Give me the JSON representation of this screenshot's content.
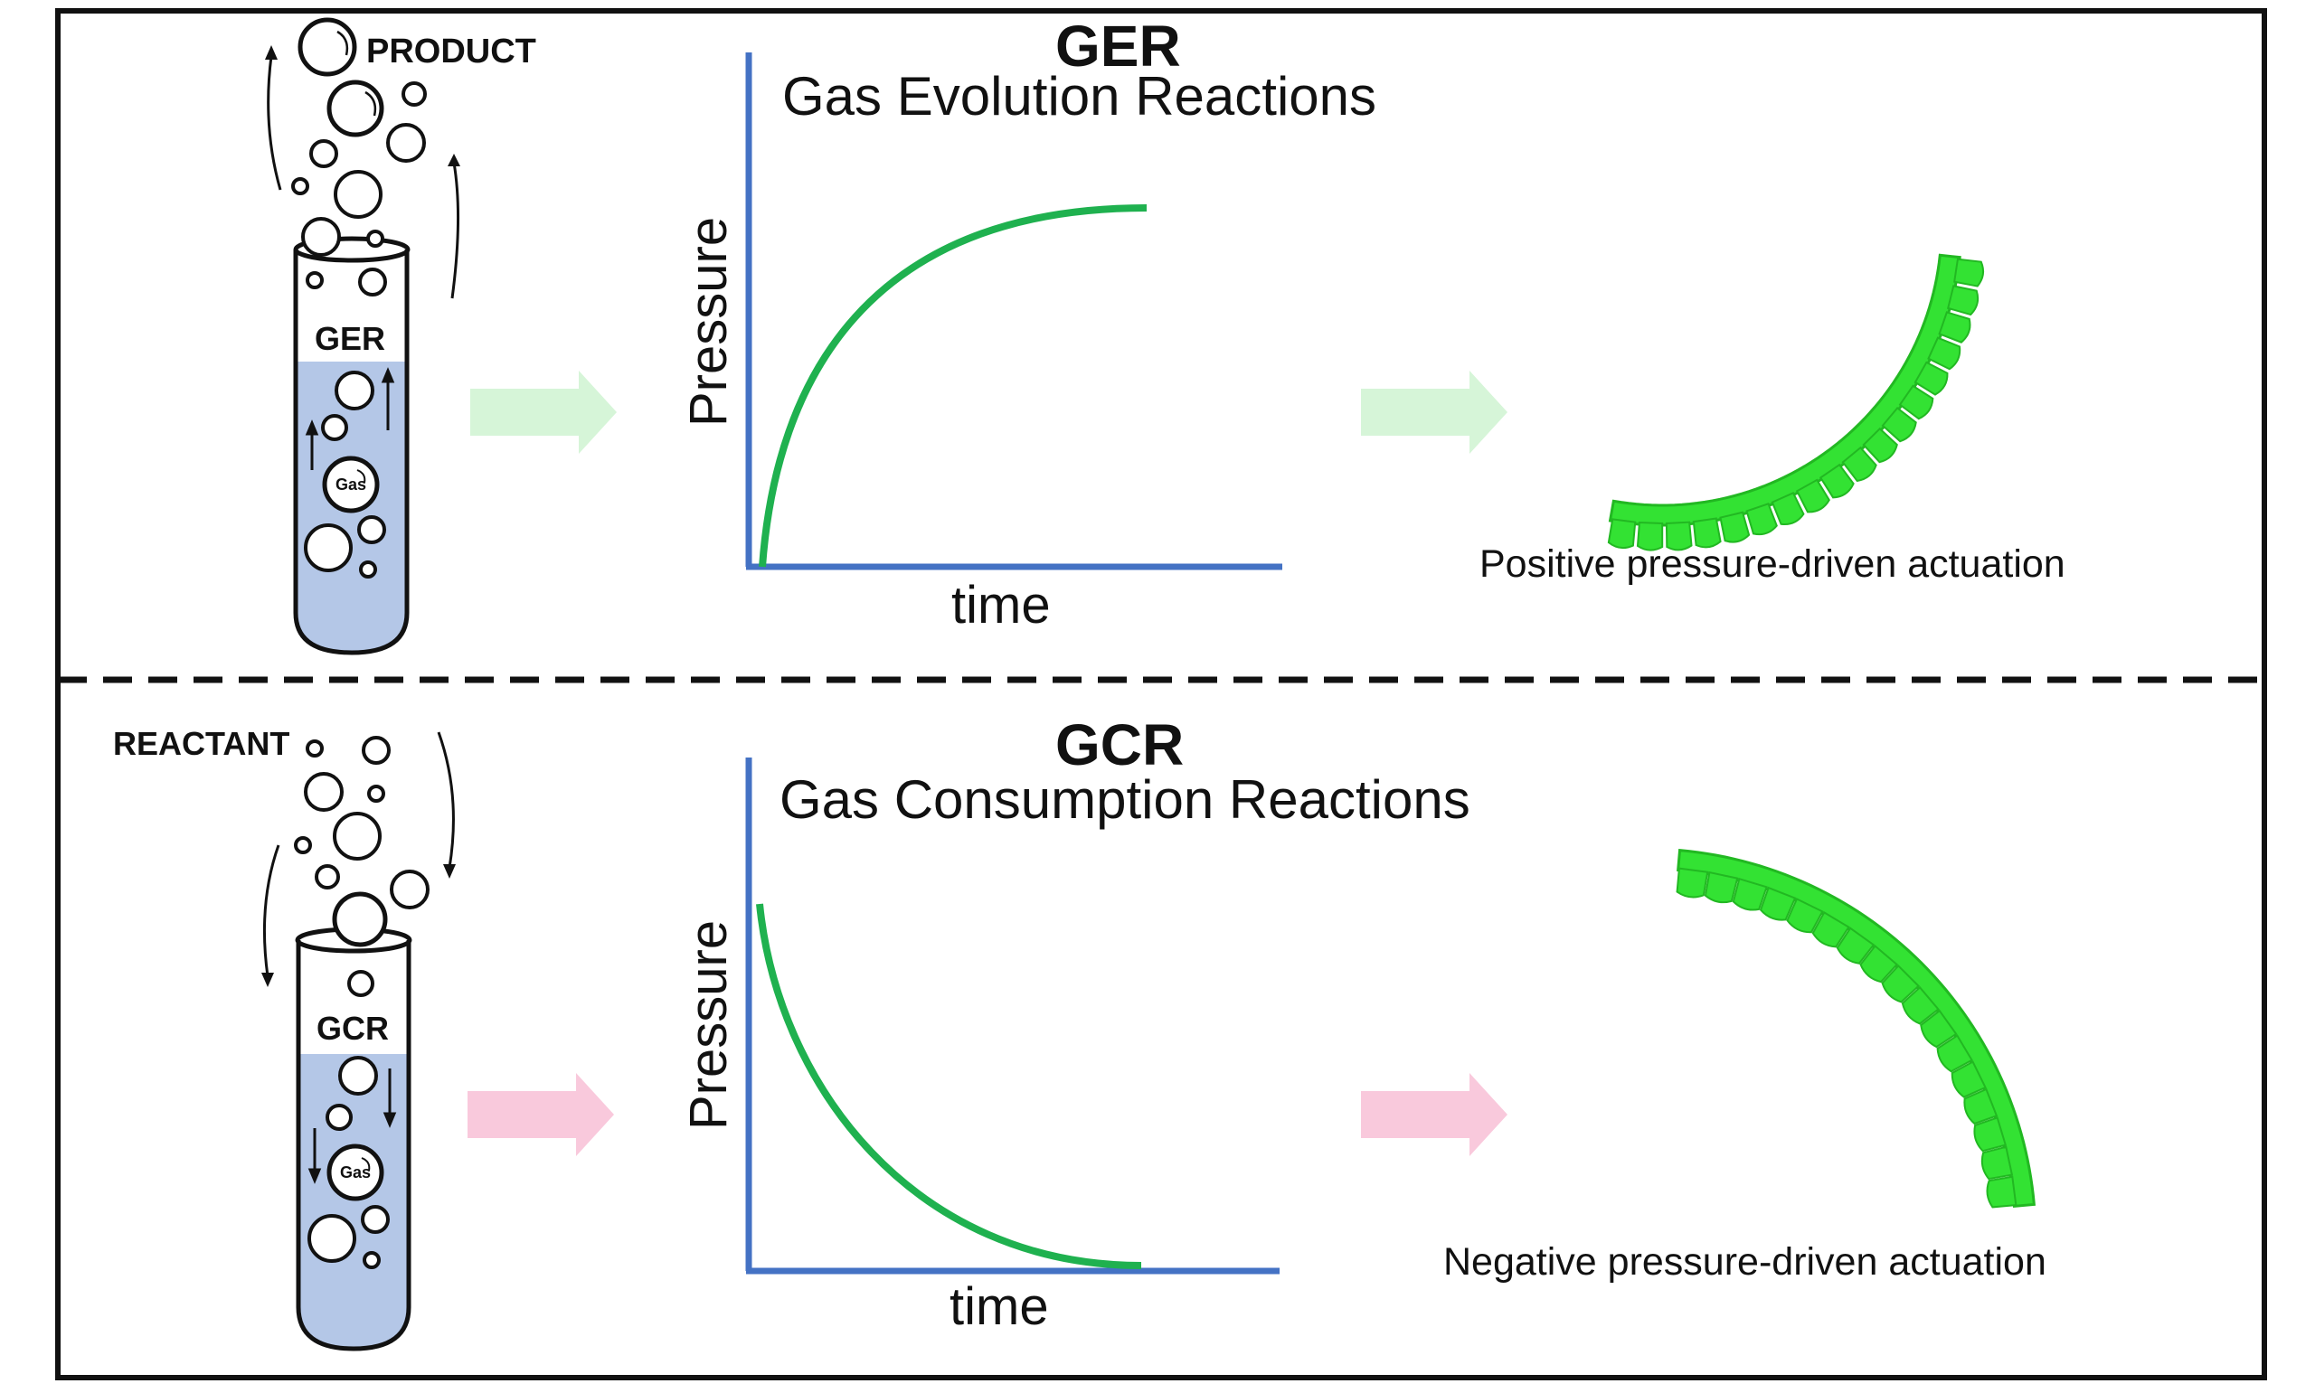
{
  "colors": {
    "frame": "#111111",
    "axis": "#4472c4",
    "curve": "#1fb14f",
    "liquid": "#b4c7e7",
    "ger_arrow": "#d6f5d8",
    "gcr_arrow": "#f9c9dc",
    "actuator_main": "#33e233",
    "actuator_dark": "#22b822"
  },
  "icons": [
    "test-tube",
    "gas-bubble",
    "flow-arrow",
    "soft-actuator"
  ],
  "top": {
    "tube_gas_word": "PRODUCT",
    "tube_label": "GER",
    "bubble_label": "Gas",
    "title": "GER",
    "subtitle": "Gas Evolution Reactions",
    "y_label": "Pressure",
    "x_label": "time",
    "caption": "Positive pressure-driven actuation"
  },
  "bottom": {
    "tube_gas_word": "REACTANT",
    "tube_label": "GCR",
    "bubble_label": "Gas",
    "title": "GCR",
    "subtitle": "Gas Consumption Reactions",
    "y_label": "Pressure",
    "x_label": "time",
    "caption": "Negative pressure-driven actuation"
  }
}
